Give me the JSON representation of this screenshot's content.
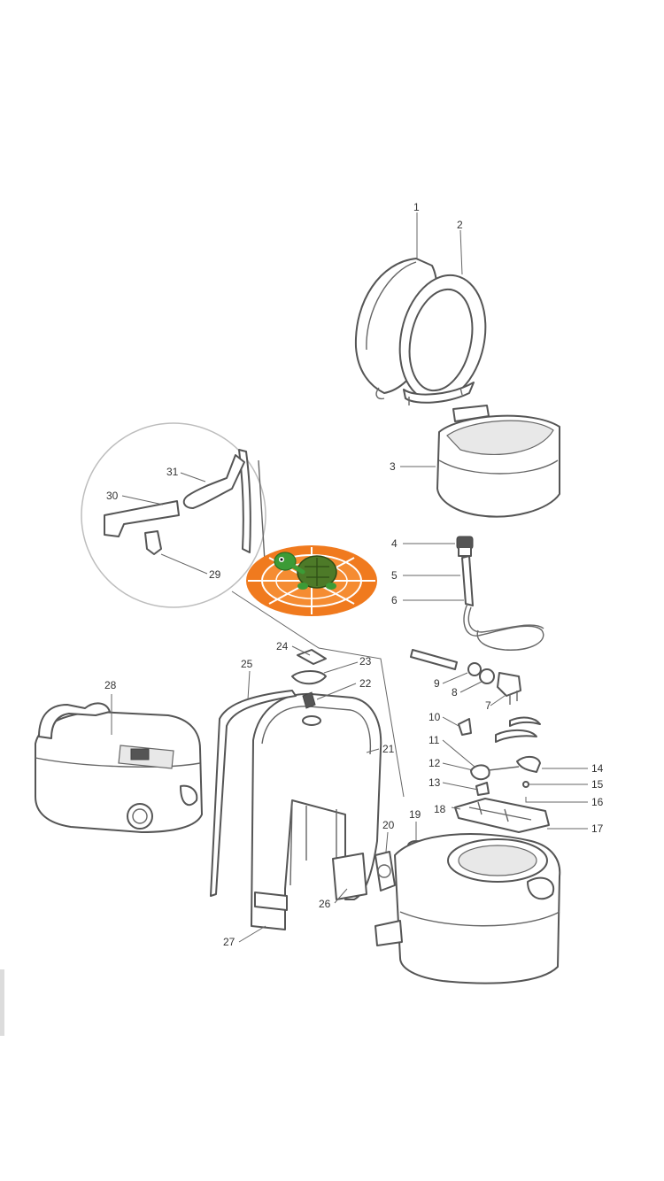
{
  "figure": {
    "type": "exploded-parts-diagram"
  },
  "callouts": [
    "1",
    "2",
    "3",
    "4",
    "5",
    "6",
    "7",
    "8",
    "9",
    "10",
    "11",
    "12",
    "13",
    "14",
    "15",
    "16",
    "17",
    "18",
    "19",
    "20",
    "21",
    "22",
    "23",
    "24",
    "25",
    "26",
    "27",
    "28",
    "29",
    "30",
    "31"
  ],
  "watermark": {
    "icon": "turtle-compass-logo",
    "colors": {
      "ring": "#f07a1e",
      "inner": "#f58c32",
      "rays": "#ffffff",
      "shell": "#4d7a28",
      "body": "#3c9b36"
    }
  }
}
